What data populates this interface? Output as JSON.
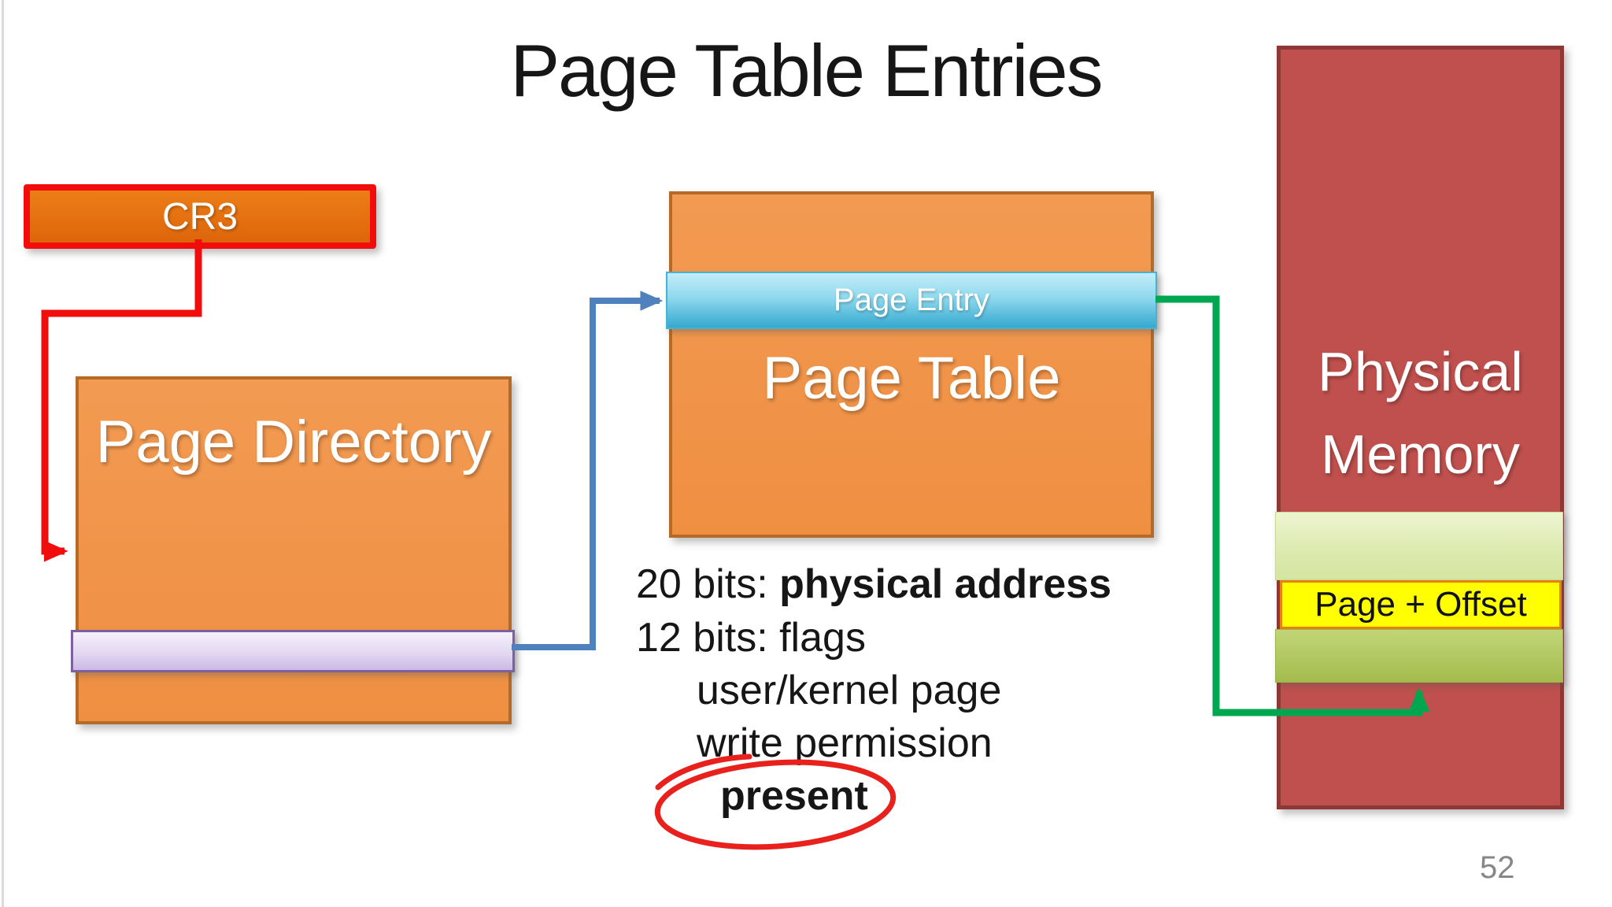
{
  "slide": {
    "title": "Page Table Entries",
    "page_number": "52"
  },
  "boxes": {
    "cr3": {
      "label": "CR3"
    },
    "page_directory": {
      "label": "Page Directory"
    },
    "page_table": {
      "label": "Page Table"
    },
    "page_entry_strip": {
      "label": "Page Entry"
    },
    "physical_memory": {
      "label": "Physical Memory"
    },
    "page_offset_strip": {
      "label": "Page + Offset"
    }
  },
  "notes": {
    "line1_prefix": "20 bits: ",
    "line1_bold": "physical address",
    "line2": "12 bits: flags",
    "line3": "user/kernel page",
    "line4": "write permission",
    "line5": "present"
  },
  "connectors": {
    "cr3_to_page_directory": {
      "color": "#F20D0D"
    },
    "directory_entry_to_page_entry": {
      "color": "#4F81BD"
    },
    "page_entry_to_physical_page": {
      "color": "#00A650"
    },
    "present_circle": {
      "color": "#E8211D"
    }
  },
  "colors": {
    "orange_box_fill": "#EF8F42",
    "orange_box_border": "#B56A27",
    "cr3_fill": "#DE650A",
    "cr3_border": "#F20D0D",
    "physical_memory_fill": "#C0504D",
    "physical_memory_border": "#8E3836",
    "page_entry_fill": "#35A9CF",
    "directory_entry_fill": "#CBB9E5",
    "directory_entry_border": "#7D60A0",
    "free_page_fill": "#D5E5A2",
    "mapped_page_fill": "#A3BC4D",
    "offset_fill": "#FFFF00",
    "offset_border": "#E8820C",
    "page_number_color": "#878787"
  }
}
